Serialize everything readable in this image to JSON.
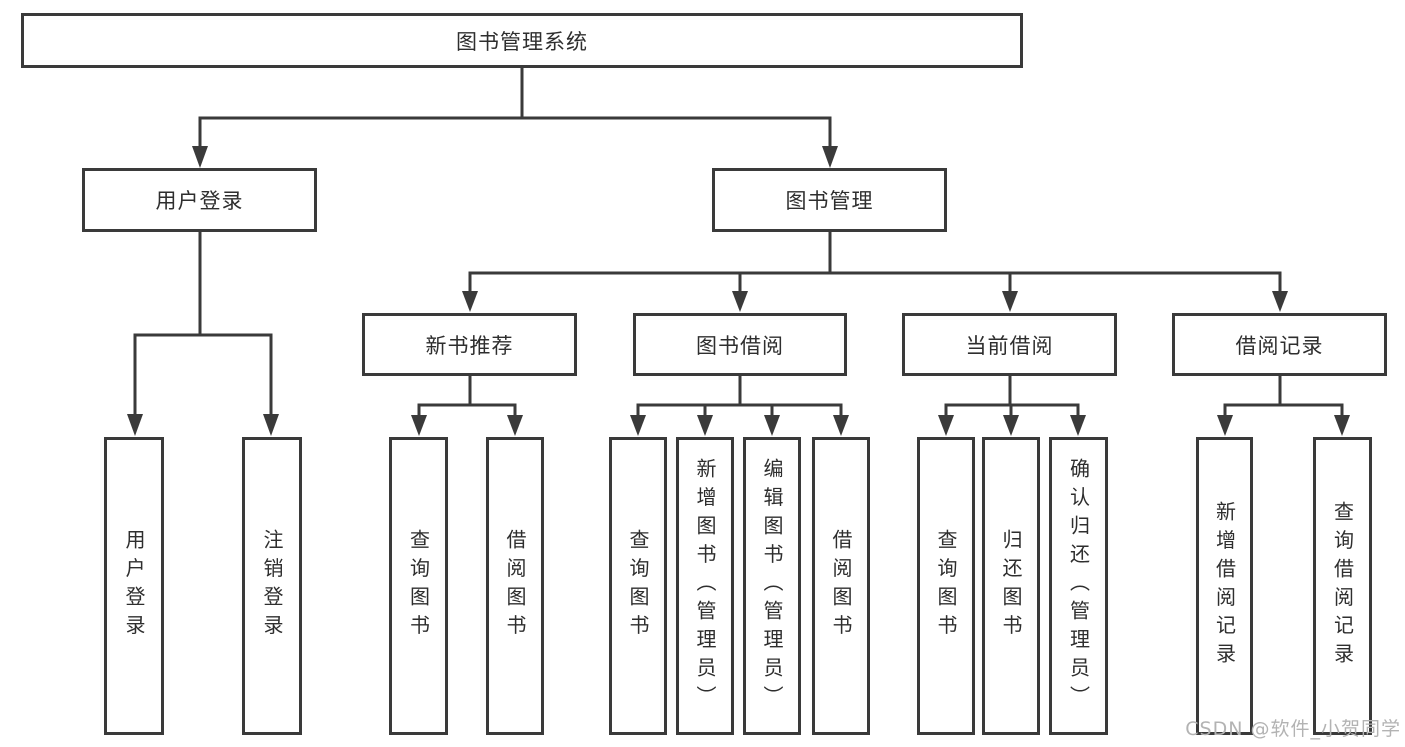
{
  "diagram": {
    "type": "hierarchy-tree",
    "tree": {
      "root": {
        "label": "图书管理系统"
      },
      "branches": [
        {
          "label": "用户登录",
          "children": [
            {
              "label": "用户登录"
            },
            {
              "label": "注销登录"
            }
          ]
        },
        {
          "label": "图书管理",
          "children": [
            {
              "label": "新书推荐",
              "children": [
                {
                  "label": "查询图书"
                },
                {
                  "label": "借阅图书"
                }
              ]
            },
            {
              "label": "图书借阅",
              "children": [
                {
                  "label": "查询图书"
                },
                {
                  "label": "新增图书（管理员）"
                },
                {
                  "label": "编辑图书（管理员）"
                },
                {
                  "label": "借阅图书"
                }
              ]
            },
            {
              "label": "当前借阅",
              "children": [
                {
                  "label": "查询图书"
                },
                {
                  "label": "归还图书"
                },
                {
                  "label": "确认归还（管理员）"
                }
              ]
            },
            {
              "label": "借阅记录",
              "children": [
                {
                  "label": "新增借阅记录"
                },
                {
                  "label": "查询借阅记录"
                }
              ]
            }
          ]
        }
      ]
    },
    "colors": {
      "line": "#3a3a3a",
      "box_border": "#3a3a3a",
      "text": "#2e2e2e",
      "watermark": "#b3b3b3",
      "background": "#ffffff"
    }
  },
  "watermark": {
    "text": "CSDN @软件_小贺同学"
  }
}
